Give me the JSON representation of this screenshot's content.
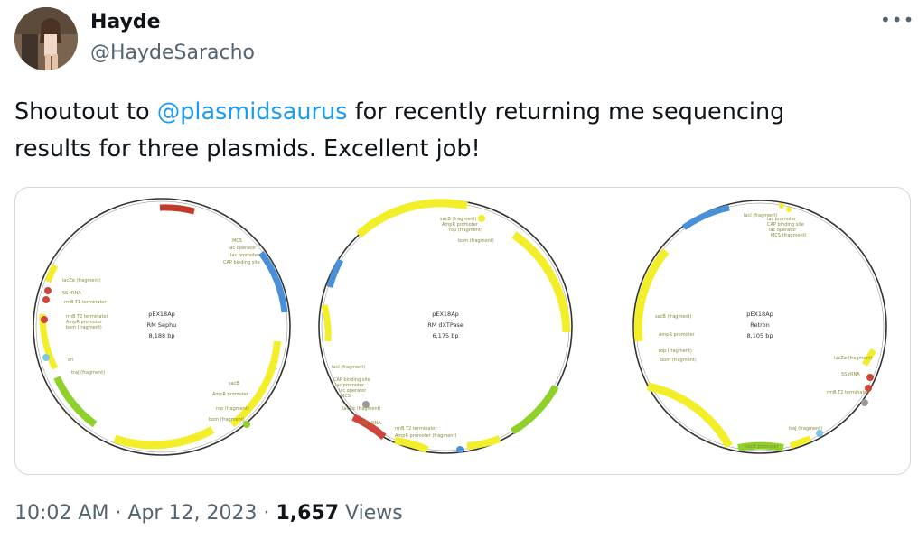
{
  "author": {
    "name": "Hayde",
    "handle": "@HaydeSaracho"
  },
  "more_icon": "more-horizontal-icon",
  "tweet": {
    "prefix": "Shoutout to ",
    "mention": "@plasmidsaurus",
    "line1_rest": " for recently returning me sequencing",
    "line2": "results for three plasmids. Excellent job!"
  },
  "plasmids": [
    {
      "name": "pEX18Ap",
      "insert": "RM Sephu",
      "size": "8,188 bp"
    },
    {
      "name": "pEX18Ap",
      "insert": "RM dXTPase",
      "size": "6,175 bp"
    },
    {
      "name": "pEX18Ap",
      "insert": "Retron",
      "size": "8,105 bp"
    }
  ],
  "footer": {
    "time": "10:02 AM",
    "sep1": " · ",
    "date": "Apr 12, 2023",
    "sep2": " · ",
    "views_count": "1,657",
    "views_label": " Views"
  },
  "colors": {
    "mention": "#1d9bf0",
    "muted": "#536471",
    "feature_yellow": "#f2ee2a",
    "feature_blue": "#4a90d9",
    "feature_green": "#8fd12a",
    "feature_red": "#d0453a"
  }
}
